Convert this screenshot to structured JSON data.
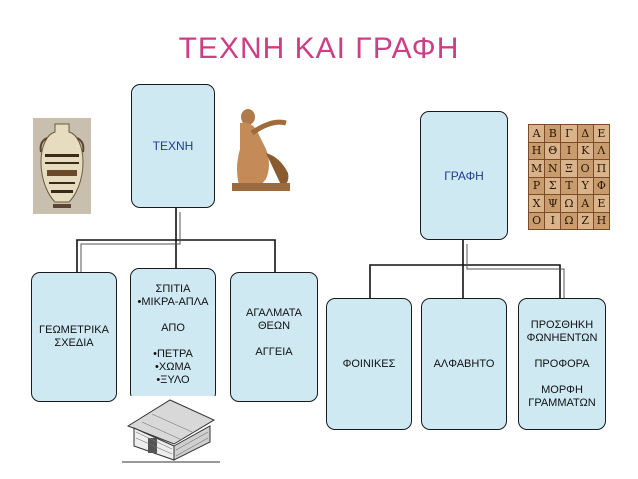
{
  "title": "ΤΕΧΝΗ ΚΑΙ ΓΡΑΦΗ",
  "left": {
    "root": "ΤΕΧΝΗ",
    "children": [
      {
        "lines": [
          "ΓΕΩΜΕΤΡΙΚΑ",
          "ΣΧΕΔΙΑ"
        ]
      },
      {
        "lines": [
          "ΣΠΙΤΙΑ",
          "•ΜΙΚΡΑ-ΑΠΛΑ",
          "",
          "ΑΠΟ",
          "",
          "•ΠΕΤΡΑ",
          "•ΧΩΜΑ",
          "•ΞΥΛΟ"
        ]
      },
      {
        "lines": [
          "ΑΓΑΛΜΑΤΑ",
          "ΘΕΩΝ",
          "",
          "ΑΓΓΕΙΑ"
        ]
      }
    ]
  },
  "right": {
    "root": "ΓΡΑΦΗ",
    "children": [
      {
        "lines": [
          "ΦΟΙΝΙΚΕΣ"
        ]
      },
      {
        "lines": [
          "ΑΛΦΑΒΗΤΟ"
        ]
      },
      {
        "lines": [
          "ΠΡΟΣΘΗΚΗ",
          "ΦΩΝΗΕΝΤΩΝ",
          "",
          "ΠΡΟΦΟΡΑ",
          "",
          "ΜΟΡΦΗ",
          "ΓΡΑΜΜΑΤΩΝ"
        ]
      }
    ]
  },
  "alphabet_tiles": [
    "Α",
    "Β",
    "Γ",
    "Δ",
    "Ε",
    "Η",
    "Θ",
    "Ι",
    "Κ",
    "Λ",
    "Μ",
    "Ν",
    "Ξ",
    "Ο",
    "Π",
    "Ρ",
    "Σ",
    "Τ",
    "Υ",
    "Φ",
    "Χ",
    "Ψ",
    "Ω",
    "Α",
    "Ε",
    "Ο",
    "Ι",
    "Ω",
    "Ζ",
    "Η"
  ],
  "colors": {
    "title": "#cc3e86",
    "box_fill": "#cfe9f3",
    "root_text": "#1f3a8a"
  }
}
